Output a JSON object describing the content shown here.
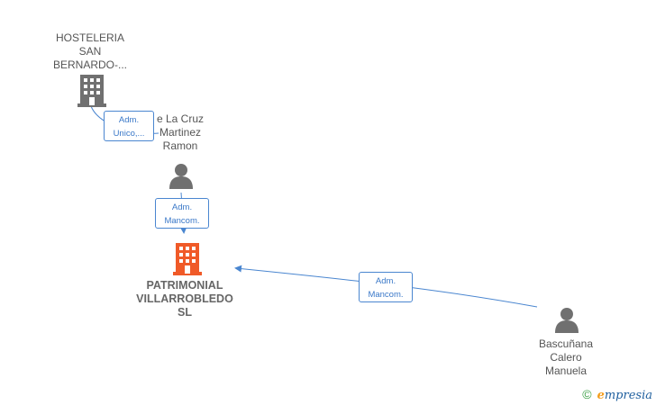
{
  "nodes": {
    "hosteleria": {
      "label_lines": [
        "HOSTELERIA",
        "SAN",
        "BERNARDO-..."
      ],
      "icon": "building-icon",
      "color": "#707070"
    },
    "delacruz": {
      "label_lines": [
        "e La Cruz",
        "Martinez",
        "Ramon"
      ],
      "icon": "person-icon",
      "color": "#707070"
    },
    "patrimonial": {
      "label_lines": [
        "PATRIMONIAL",
        "VILLARROBLEDO",
        "SL"
      ],
      "icon": "building-icon",
      "color": "#f05a28"
    },
    "bascunana": {
      "label_lines": [
        "Bascuñana",
        "Calero",
        "Manuela"
      ],
      "icon": "person-icon",
      "color": "#707070"
    }
  },
  "edges": [
    {
      "from": "hosteleria",
      "to": "delacruz",
      "label_lines": [
        "Adm.",
        "Unico,..."
      ]
    },
    {
      "from": "delacruz",
      "to": "patrimonial",
      "label_lines": [
        "Adm.",
        "Mancom."
      ]
    },
    {
      "from": "bascunana",
      "to": "patrimonial",
      "label_lines": [
        "Adm.",
        "Mancom."
      ]
    }
  ],
  "footer": {
    "copyright_symbol": "©",
    "brand_first": "e",
    "brand_rest": "mpresia"
  },
  "colors": {
    "edge": "#4a86d0",
    "focus_node": "#f05a28",
    "node": "#707070"
  }
}
